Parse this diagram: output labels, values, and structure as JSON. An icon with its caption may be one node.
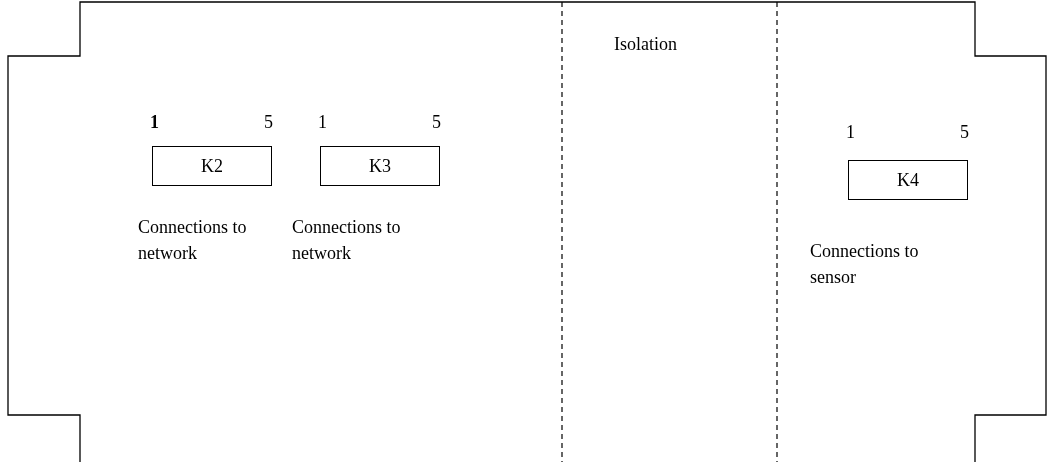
{
  "diagram": {
    "nodes": [
      {
        "text": [
          "K2"
        ],
        "beside": [
          "1",
          "5",
          "Connections to network"
        ]
      },
      {
        "text": [
          "K3"
        ],
        "beside": [
          "1",
          "5",
          "Connections to network"
        ]
      },
      {
        "text": [
          "K4"
        ],
        "beside": [
          "1",
          "5",
          "Connections to sensor"
        ]
      }
    ],
    "labels": [
      "Isolation"
    ]
  }
}
